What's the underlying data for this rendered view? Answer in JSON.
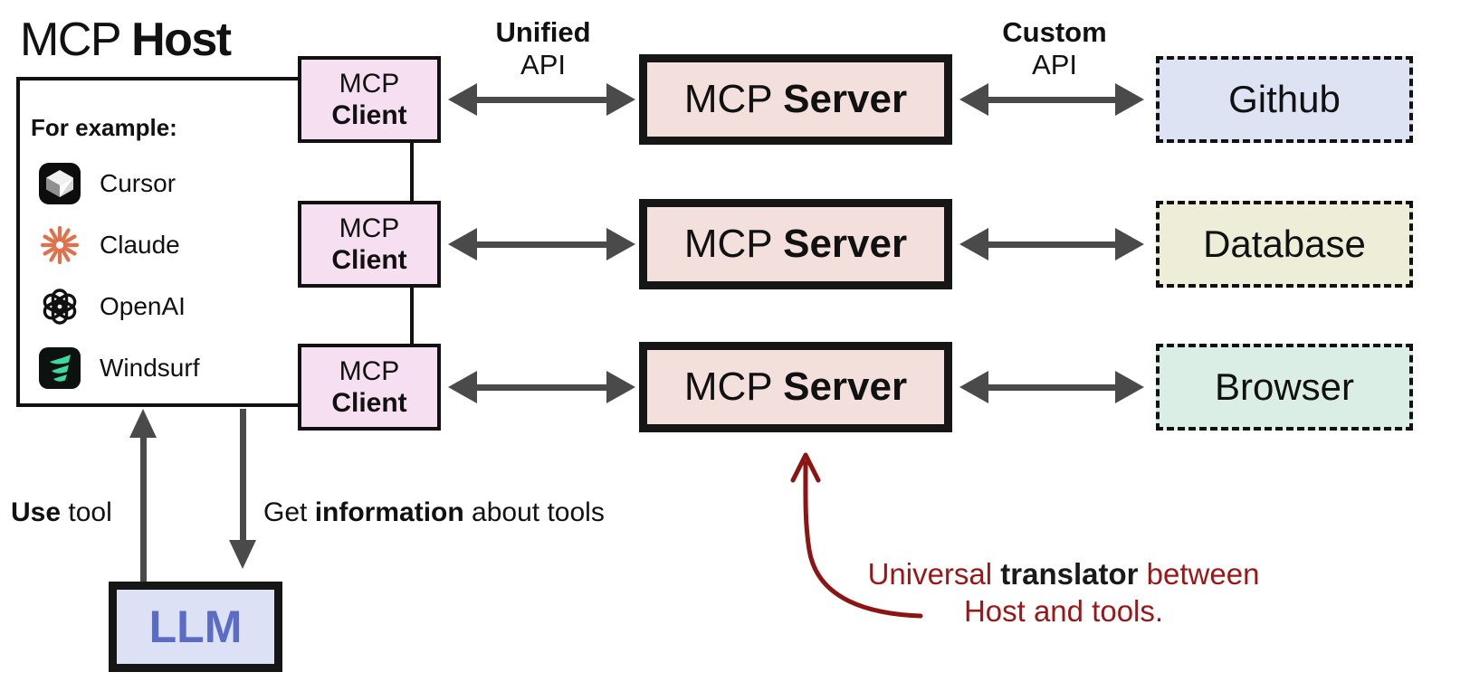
{
  "title": {
    "normal": "MCP ",
    "bold": "Host"
  },
  "host": {
    "heading": "For example:",
    "apps": [
      {
        "label": "Cursor",
        "icon": "cursor-icon"
      },
      {
        "label": "Claude",
        "icon": "claude-icon"
      },
      {
        "label": "OpenAI",
        "icon": "openai-icon"
      },
      {
        "label": "Windsurf",
        "icon": "windsurf-icon"
      }
    ]
  },
  "rows": [
    {
      "client": {
        "line1": "MCP",
        "line2": "Client"
      },
      "server": {
        "normal": "MCP ",
        "bold": "Server"
      },
      "target": {
        "label": "Github",
        "fill": "#dde3f2"
      }
    },
    {
      "client": {
        "line1": "MCP",
        "line2": "Client"
      },
      "server": {
        "normal": "MCP ",
        "bold": "Server"
      },
      "target": {
        "label": "Database",
        "fill": "#ededd8"
      }
    },
    {
      "client": {
        "line1": "MCP",
        "line2": "Client"
      },
      "server": {
        "normal": "MCP ",
        "bold": "Server"
      },
      "target": {
        "label": "Browser",
        "fill": "#daeee5"
      }
    }
  ],
  "labels": {
    "unified": {
      "bold": "Unified",
      "normal": "API"
    },
    "custom": {
      "bold": "Custom",
      "normal": "API"
    }
  },
  "flows": {
    "use_tool": {
      "bold": "Use",
      "rest": " tool"
    },
    "get_info": {
      "pre": "Get ",
      "bold": "information",
      "post": " about tools"
    }
  },
  "llm": {
    "label": "LLM"
  },
  "annotation": {
    "pre": "Universal ",
    "bold": "translator",
    "post": " between",
    "line2": "Host and tools."
  },
  "colors": {
    "client_fill": "#f5dff0",
    "server_fill": "#f3e0dc",
    "llm_fill": "#dde1f5",
    "llm_text": "#5b6cc5",
    "arrow_gray": "#4a4a4a",
    "outline_black": "#111111",
    "red_accent": "#9b1717",
    "red_arrow": "#8e1414",
    "claude_orange": "#e0714d",
    "windsurf_teal": "#3fd99f"
  }
}
